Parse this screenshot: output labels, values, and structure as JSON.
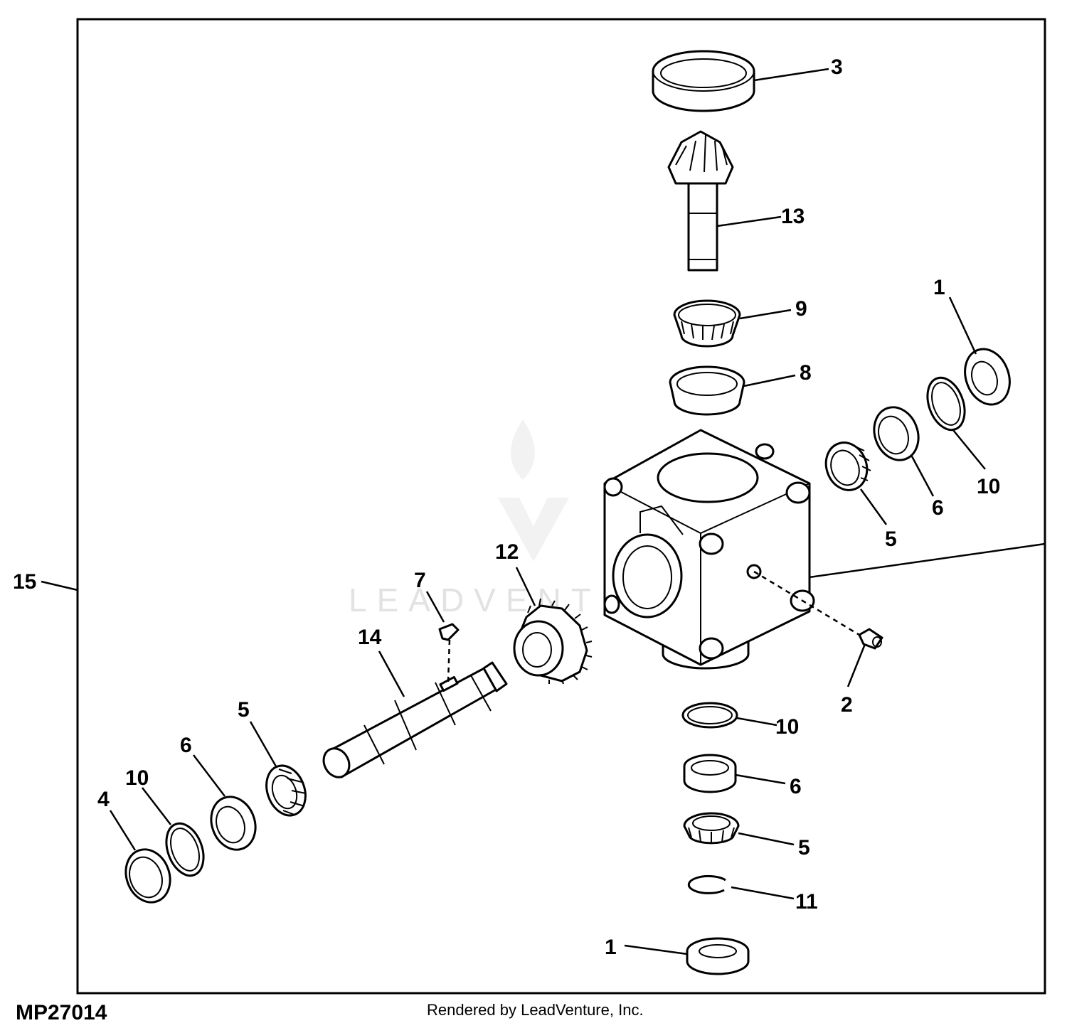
{
  "diagram": {
    "drawing_number": "MP27014",
    "credit": "Rendered by LeadVenture, Inc.",
    "watermark": "LEADVENTURE",
    "callouts": {
      "c1a": "1",
      "c1b": "1",
      "c2": "2",
      "c3": "3",
      "c4": "4",
      "c5a": "5",
      "c5b": "5",
      "c5c": "5",
      "c6a": "6",
      "c6b": "6",
      "c6c": "6",
      "c7": "7",
      "c8": "8",
      "c9": "9",
      "c10a": "10",
      "c10b": "10",
      "c10c": "10",
      "c11": "11",
      "c12": "12",
      "c13": "13",
      "c14": "14",
      "c15": "15"
    }
  }
}
